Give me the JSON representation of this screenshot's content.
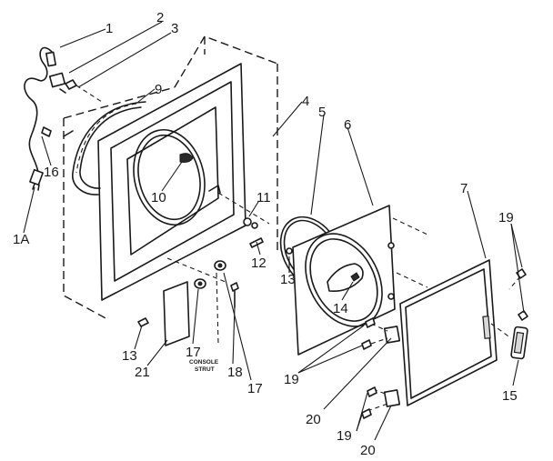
{
  "callouts": {
    "c1": "1",
    "c1a": "1A",
    "c2": "2",
    "c3": "3",
    "c4": "4",
    "c5": "5",
    "c6": "6",
    "c7": "7",
    "c9": "9",
    "c10": "10",
    "c11": "11",
    "c12": "12",
    "c13a": "13",
    "c13b": "13",
    "c14": "14",
    "c15": "15",
    "c16": "16",
    "c17a": "17",
    "c17b": "17",
    "c18": "18",
    "c19a": "19",
    "c19b": "19",
    "c19c": "19",
    "c20a": "20",
    "c20b": "20",
    "c21": "21"
  },
  "labels": {
    "console_line1": "CONSOLE",
    "console_line2": "STRUT"
  }
}
